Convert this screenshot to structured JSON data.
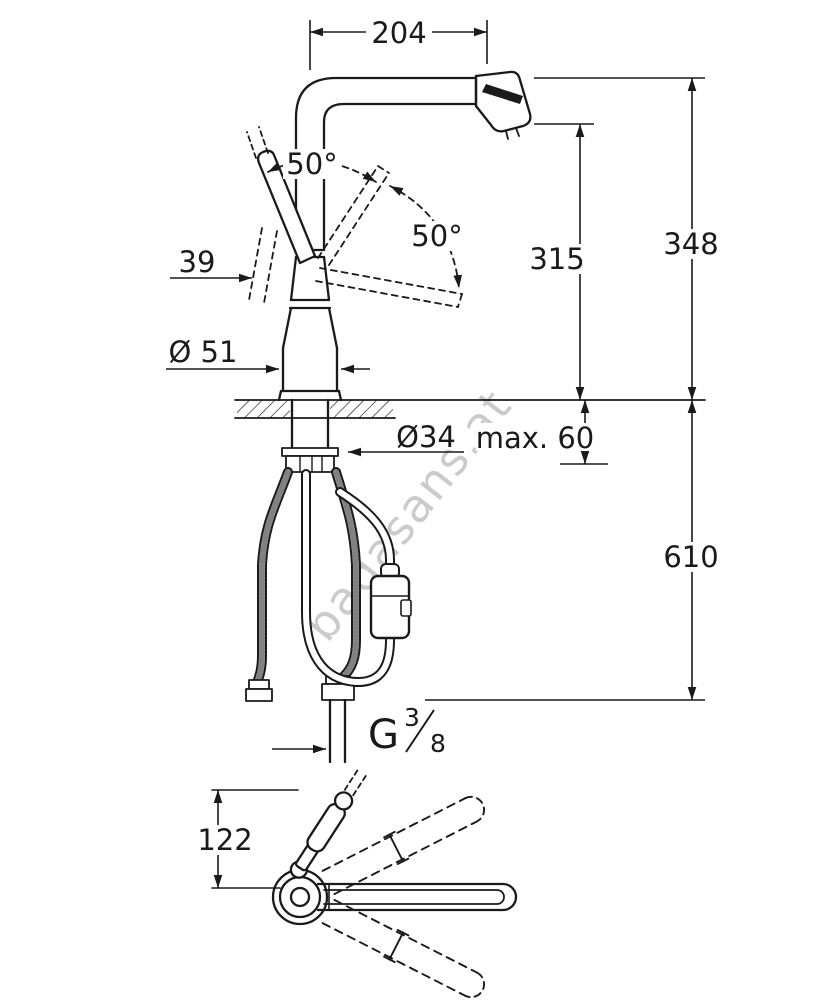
{
  "drawing": {
    "type": "faucet-technical-dimension-drawing",
    "watermark": {
      "text": "badasans.at",
      "color": "#c6c6c6"
    },
    "colors": {
      "line": "#1a1a1a",
      "background": "#ffffff"
    },
    "dimensions": {
      "spout_reach": "204",
      "lever_angle_left": "50°",
      "lever_angle_right": "50°",
      "lever_width": "39",
      "body_diameter": "Ø 51",
      "outlet_height": "315",
      "total_height": "348",
      "shank_diameter": "Ø34",
      "max_counter_thickness": "max. 60",
      "below_counter_depth": "610",
      "plan_view_height": "122",
      "thread": {
        "letter": "G",
        "numerator": "3",
        "denominator": "8"
      }
    }
  }
}
